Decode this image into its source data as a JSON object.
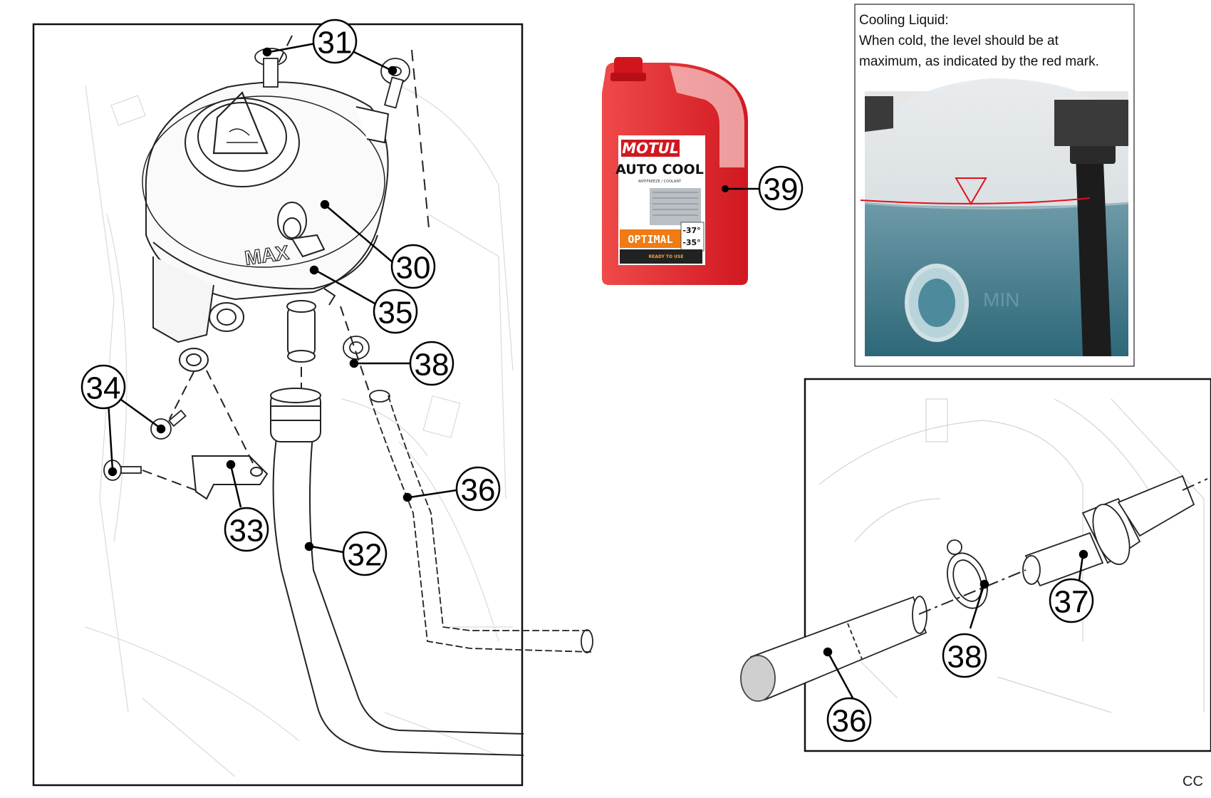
{
  "note": {
    "line1": "Cooling Liquid:",
    "line2": "When cold, the level should be at",
    "line3": "maximum, as indicated by the red mark."
  },
  "callouts": {
    "c31": "31",
    "c30": "30",
    "c35": "35",
    "c38a": "38",
    "c34": "34",
    "c33": "33",
    "c32": "32",
    "c36a": "36",
    "c39": "39",
    "c37": "37",
    "c38b": "38",
    "c36b": "36"
  },
  "bottle": {
    "brand": "MOTUL",
    "product": "AUTO COOL",
    "subtitle": "ANTIFREEZE / COOLANT",
    "grade": "OPTIMAL",
    "temp1": "-37°",
    "temp2": "-35°",
    "ready": "READY TO USE"
  },
  "tank_marks": {
    "max": "MAX",
    "min": "MIN"
  },
  "corner_label": "CC",
  "colors": {
    "level_mark": "#e0101a",
    "coolant_blue": "#3f7f92",
    "bottle_red": "#e8232b"
  }
}
